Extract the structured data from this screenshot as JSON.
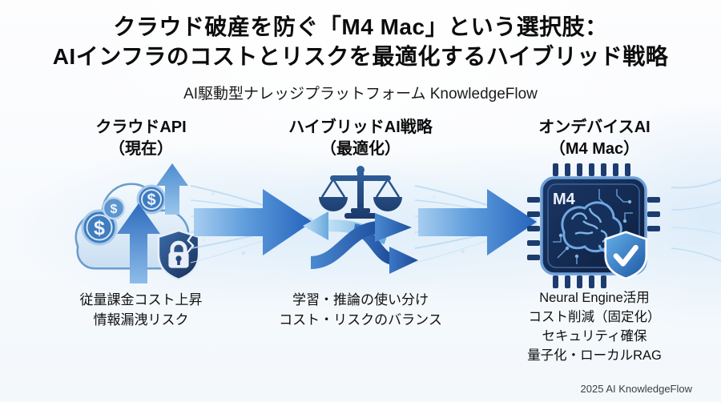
{
  "title": {
    "line1": "クラウド破産を防ぐ「M4 Mac」という選択肢：",
    "line2": "AIインフラのコストとリスクを最適化するハイブリッド戦略"
  },
  "subtitle": "AI駆動型ナレッジプラットフォーム KnowledgeFlow",
  "columns": [
    {
      "id": "cloud-api",
      "header_line1": "クラウドAPI",
      "header_line2": "（現在）",
      "icon": "cloud-cost-risk-icon",
      "notes": [
        "従量課金コスト上昇",
        "情報漏洩リスク"
      ]
    },
    {
      "id": "hybrid-ai",
      "header_line1": "ハイブリッドAI戦略",
      "header_line2": "（最適化）",
      "icon": "balance-shuffle-icon",
      "notes": [
        "学習・推論の使い分け",
        "コスト・リスクのバランス"
      ]
    },
    {
      "id": "on-device-ai",
      "header_line1": "オンデバイスAI",
      "header_line2": "（M4 Mac）",
      "icon": "m4-chip-shield-icon",
      "notes": [
        "Neural Engine活用",
        "コスト削減（固定化）",
        "セキュリティ確保",
        "量子化・ローカルRAG"
      ]
    }
  ],
  "icons": {
    "dollar": "$",
    "chip_label": "M4"
  },
  "footer": "2025 AI KnowledgeFlow",
  "colors": {
    "arrow_blue_dark": "#2663bc",
    "arrow_blue_light": "#a6cdf0",
    "chip_navy": "#14294e",
    "shield_dark": "#1d3c6e",
    "scale_blue": "#2a5a9c",
    "coin_blue": "#3f7cc0",
    "streak_blue": "#b9d9f2",
    "title_text": "#0c0c0c"
  }
}
